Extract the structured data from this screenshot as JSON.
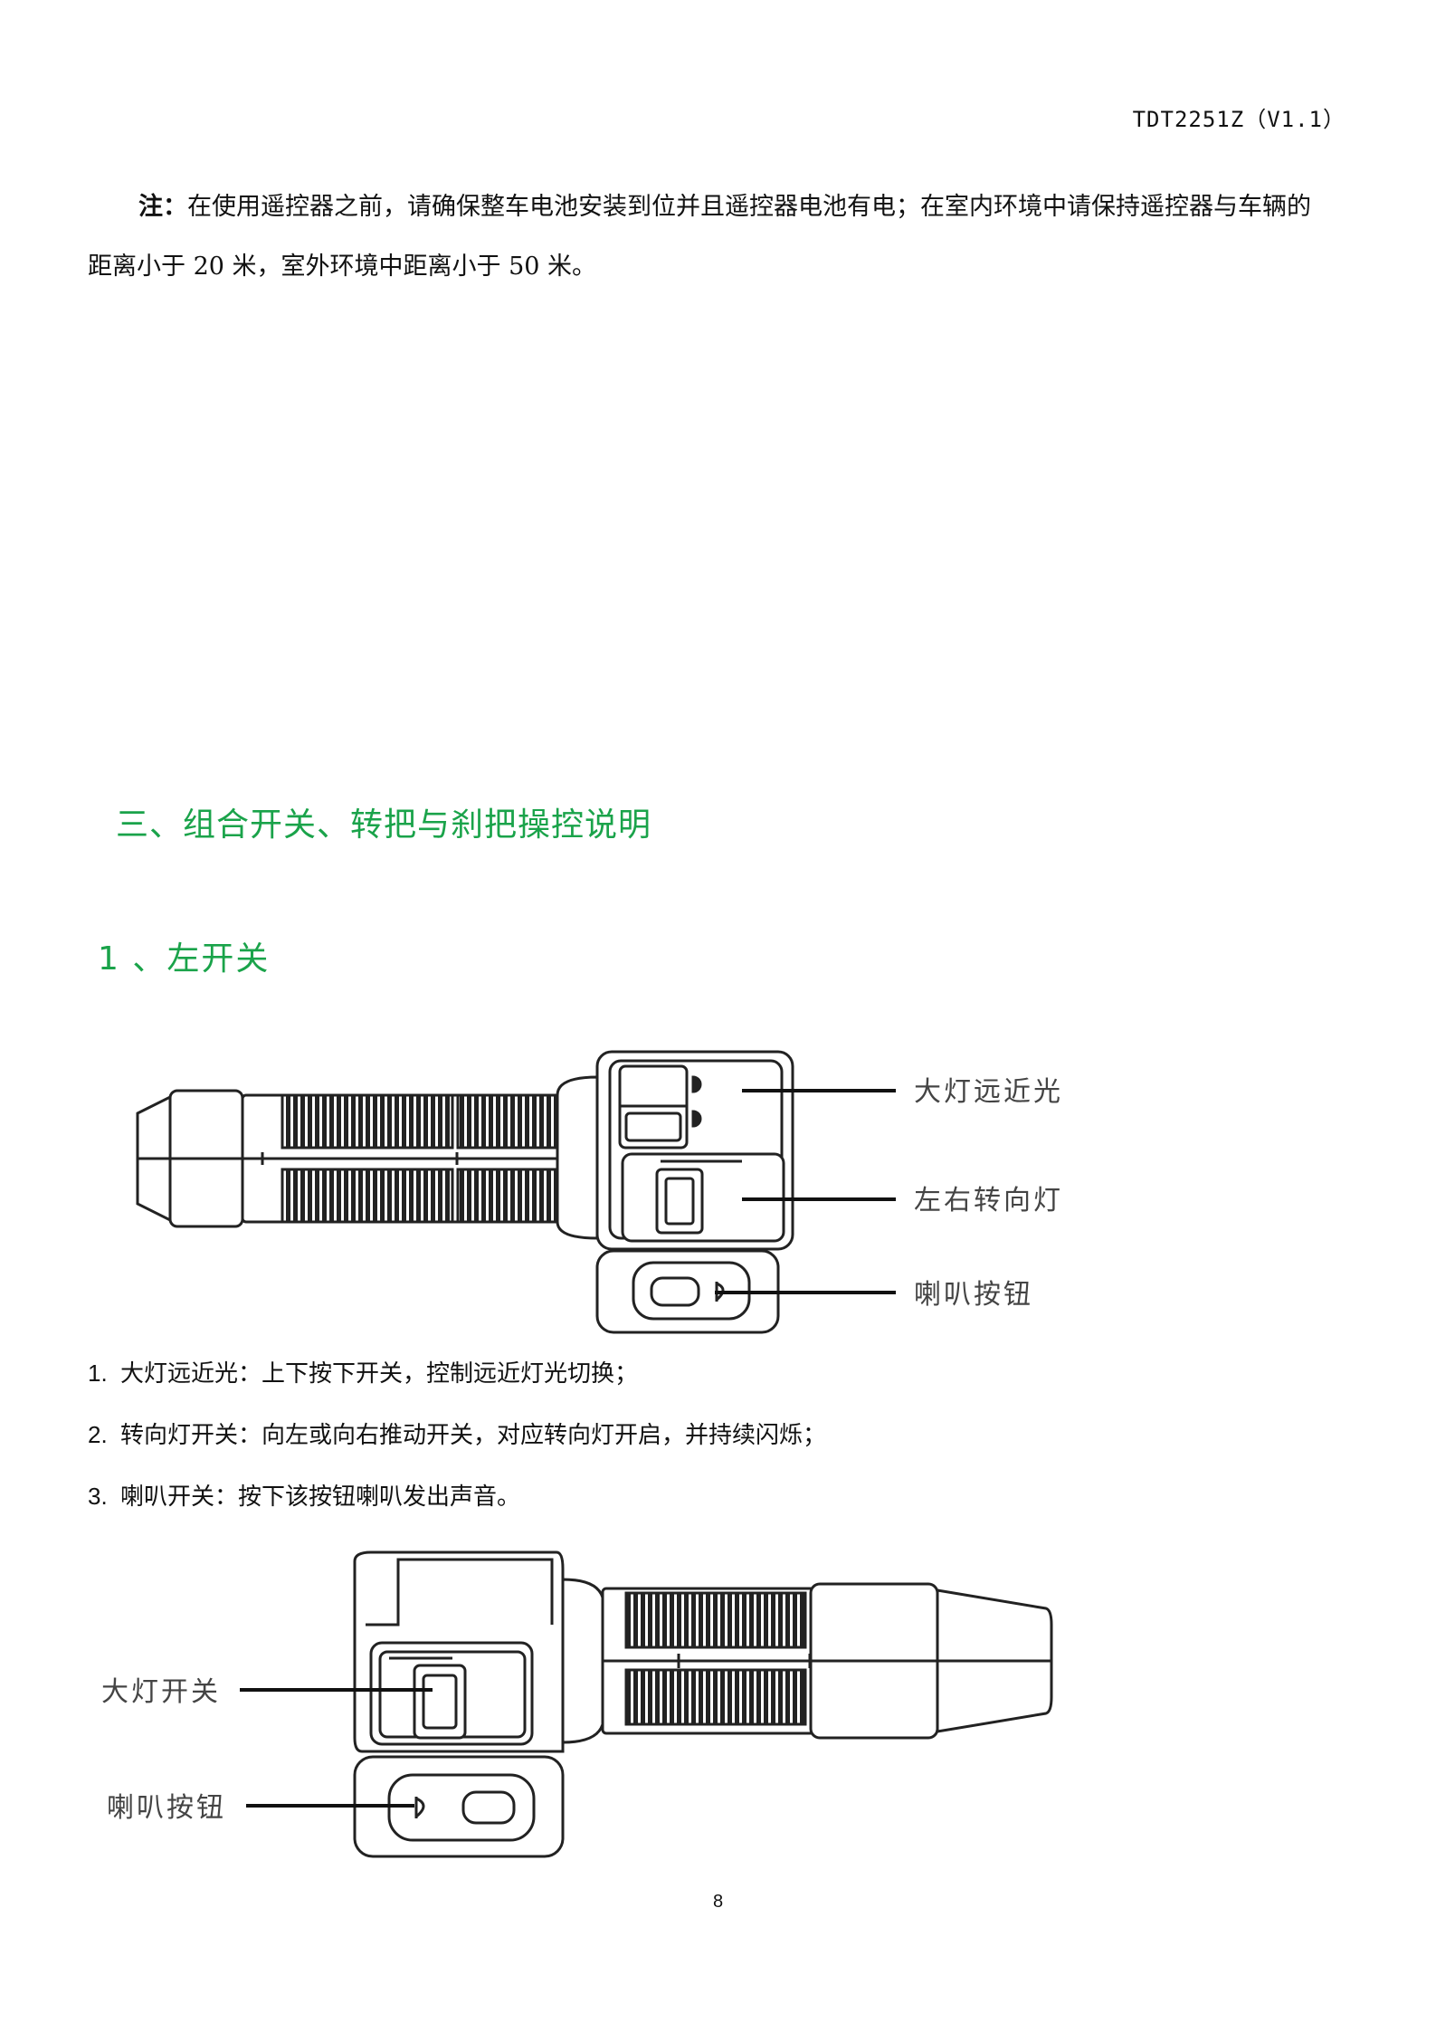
{
  "header": {
    "doc_code": "TDT2251Z（V1.1）"
  },
  "note": {
    "label": "注：",
    "line1": "在使用遥控器之前，请确保整车电池安装到位并且遥控器电池有电；在室内环境中请保持遥控器与车辆的",
    "line2": "距离小于 20 米，室外环境中距离小于 50 米。"
  },
  "section_title": "三、组合开关、转把与刹把操控说明",
  "subsection_title": "1 、左开关",
  "figure1": {
    "callouts": [
      "大灯远近光",
      "左右转向灯",
      "喇叭按钮"
    ]
  },
  "list": [
    {
      "num": "1.",
      "text": "大灯远近光：上下按下开关，控制远近灯光切换；"
    },
    {
      "num": "2.",
      "text": "转向灯开关：向左或向右推动开关，对应转向灯开启，并持续闪烁；"
    },
    {
      "num": "3.",
      "text": "喇叭开关：按下该按钮喇叭发出声音。"
    }
  ],
  "figure2": {
    "callouts": [
      "大灯开关",
      "喇叭按钮"
    ]
  },
  "page_number": "8",
  "colors": {
    "heading": "#1aa34a",
    "text": "#111111"
  }
}
